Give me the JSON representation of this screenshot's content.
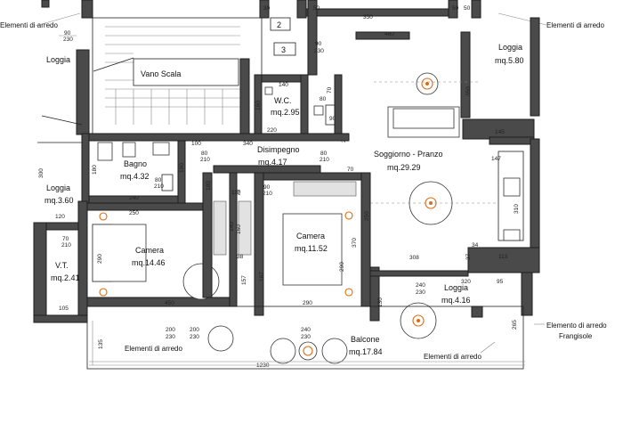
{
  "rooms": {
    "loggia_tl": "Loggia",
    "vano_scala": "Vano Scala",
    "stair_2": "2",
    "stair_3": "3",
    "wc": "W.C.",
    "wc_area": "mq.2.95",
    "loggia_tr": "Loggia",
    "loggia_tr_area": "mq.5.80",
    "soggiorno": "Soggiorno - Pranzo",
    "soggiorno_area": "mq.29.29",
    "disimpegno": "Disimpegno",
    "disimpegno_area": "mq.4.17",
    "bagno": "Bagno",
    "bagno_area": "mq.4.32",
    "loggia_l": "Loggia",
    "loggia_l_area": "mq.3.60",
    "vt": "V.T.",
    "vt_area": "mq.2.41",
    "camera1": "Camera",
    "camera1_area": "mq.14.46",
    "camera2": "Camera",
    "camera2_area": "mq.11.52",
    "loggia_br": "Loggia",
    "loggia_br_area": "mq.4.16",
    "balcone": "Balcone",
    "balcone_area": "mq.17.84"
  },
  "annotations": {
    "arredo_tl": "Elementi di arredo",
    "arredo_tr": "Elementi di arredo",
    "arredo_right": "Elemento di arredo",
    "frangisole": "Frangisole",
    "arredo_bl": "Elementi di arredo",
    "arredo_bc": "Elementi di arredo"
  },
  "dimensions": {
    "d350_top": "350",
    "d50a": "50",
    "d30": "30",
    "d50b": "50",
    "d50c": "50",
    "d90_230_a": "90",
    "d90_230_a2": "230",
    "d90_230_b": "90",
    "d90_230_b2": "230",
    "d460": "460",
    "d140": "140",
    "d70a": "70",
    "d80a": "80",
    "d160": "160",
    "d90_wc": "90",
    "d220": "220",
    "d210a": "210",
    "d350_v": "350",
    "d145": "145",
    "d147": "147",
    "d100": "100",
    "d80b": "80",
    "d210b": "210",
    "d340": "340",
    "d70b": "70",
    "d80c": "80",
    "d210c": "210",
    "d300": "300",
    "d180a": "180",
    "d190": "190",
    "d80d": "80",
    "d210d": "210",
    "d240": "240",
    "d180b": "180",
    "d110": "110",
    "d70c": "70",
    "d90": "90",
    "d210e": "210",
    "d230": "230",
    "d70d": "70",
    "d120": "120",
    "d70e": "70",
    "d210f": "210",
    "d250": "250",
    "d290a": "290",
    "d140b": "140",
    "d160b": "160",
    "d38": "38",
    "d290b": "290",
    "d370": "370",
    "d250b": "250",
    "d310": "310",
    "d34": "34",
    "d308": "308",
    "d37": "37",
    "d113": "113",
    "d320": "320",
    "d95": "95",
    "d157": "157",
    "d167": "167",
    "d130": "130",
    "d240b": "240",
    "d230b": "230",
    "d105": "105",
    "d450": "450",
    "d290c": "290",
    "d135": "135",
    "d200a": "200",
    "d230c": "230",
    "d200b": "200",
    "d230d": "230",
    "d265": "265",
    "d1230": "1230",
    "d240c": "240",
    "d230e": "230"
  },
  "colors": {
    "wall": "#4a4a4a",
    "lamp": "#e06a10",
    "furniture_fill": "#e2e2e2"
  }
}
